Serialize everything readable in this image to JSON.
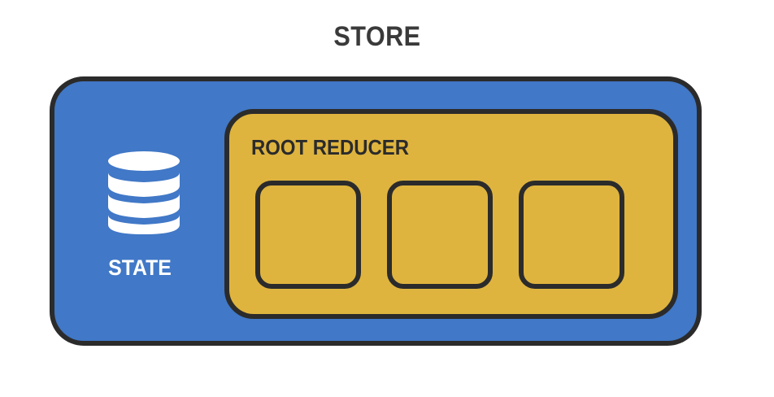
{
  "diagram": {
    "title": "STORE",
    "state": {
      "label": "STATE",
      "icon": "database-icon"
    },
    "root_reducer": {
      "label": "ROOT REDUCER",
      "slot_count": 3
    },
    "colors": {
      "store_fill": "#4178c7",
      "reducer_fill": "#dfb43e",
      "outline": "#2b2b2b",
      "title_text": "#3a3a3a",
      "state_text": "#ffffff"
    }
  }
}
